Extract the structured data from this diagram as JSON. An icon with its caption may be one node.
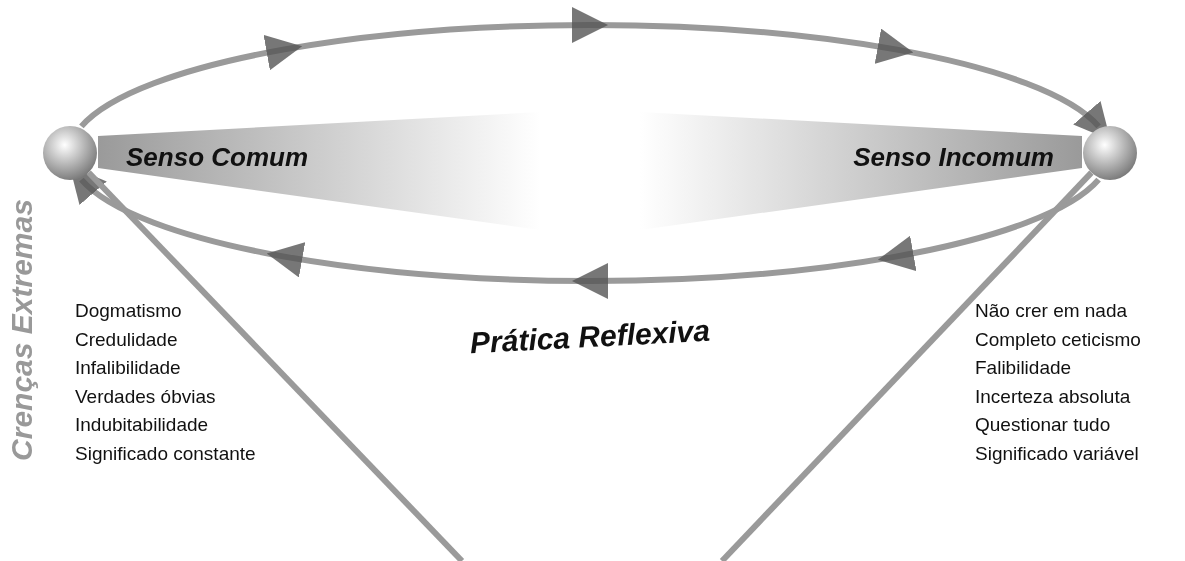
{
  "diagram": {
    "nodes": [
      {
        "text": [],
        "shape": "circle"
      },
      {
        "text": [
          "Senso Comum"
        ]
      },
      {
        "text": [
          "Senso Incomum"
        ]
      },
      {
        "text": [],
        "shape": "circle"
      }
    ],
    "edges": [
      {
        "from": 0,
        "to": 3,
        "arrow": "to"
      },
      {
        "from": 3,
        "to": 0,
        "arrow": "to"
      },
      {
        "from": 0,
        "to": null,
        "arrow": "none"
      },
      {
        "from": 3,
        "to": null,
        "arrow": "none"
      }
    ],
    "labels": [
      "Crenças Extremas",
      "Dogmatismo",
      "Credulidade",
      "Infalibilidade",
      "Verdades óbvias",
      "Indubitabilidade",
      "Significado constante",
      "Prática Reflexiva",
      "Não crer em nada",
      "Completo ceticismo",
      "Falibilidade",
      "Incerteza absoluta",
      "Questionar tudo",
      "Significado variável"
    ]
  }
}
